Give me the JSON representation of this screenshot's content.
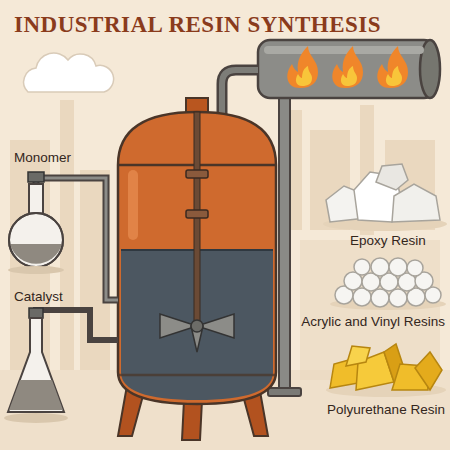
{
  "diagram": {
    "title": "INDUSTRIAL RESIN SYNTHESIS",
    "labels": [
      "Monomer",
      "Catalyst",
      "Epoxy Resin",
      "Acrylic and Vinyl Resins",
      "Polyurethane Resin"
    ]
  }
}
